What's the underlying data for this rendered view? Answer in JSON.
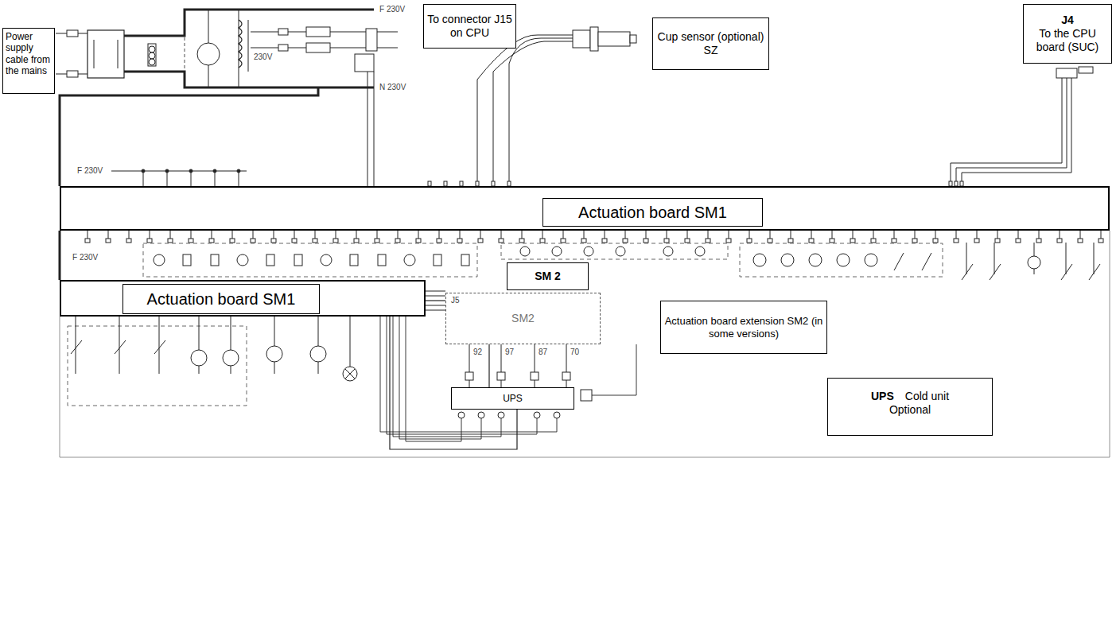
{
  "diagram": {
    "nodes": [
      {
        "text": [
          "Power supply cable from the mains"
        ]
      },
      {
        "text": [
          "To connector J15 on CPU"
        ]
      },
      {
        "text": [
          "Cup sensor (optional) SZ"
        ]
      },
      {
        "text": [
          "J4",
          "To the CPU board (SUC)"
        ]
      },
      {
        "text": [
          "Actuation board SM1"
        ]
      },
      {
        "text": [
          "Actuation board SM1"
        ]
      },
      {
        "text": [
          "SM 2"
        ]
      },
      {
        "text": [
          "SM2"
        ]
      },
      {
        "text": [
          "Actuation board extension SM2 (in some versions)"
        ]
      },
      {
        "text": [
          "UPS"
        ]
      },
      {
        "text": [
          "UPS",
          "Cold unit Optional"
        ]
      }
    ],
    "edges": [
      {
        "from": 5,
        "to": 7,
        "arrow": "none"
      },
      {
        "from": 7,
        "to": 9,
        "arrow": "none"
      },
      {
        "from": 5,
        "to": 9,
        "arrow": "none"
      }
    ],
    "labels": [
      "F 230V",
      "N 230V",
      "230V",
      "F 230V",
      "F 230V",
      "J5",
      "92",
      "97",
      "87",
      "70"
    ]
  }
}
